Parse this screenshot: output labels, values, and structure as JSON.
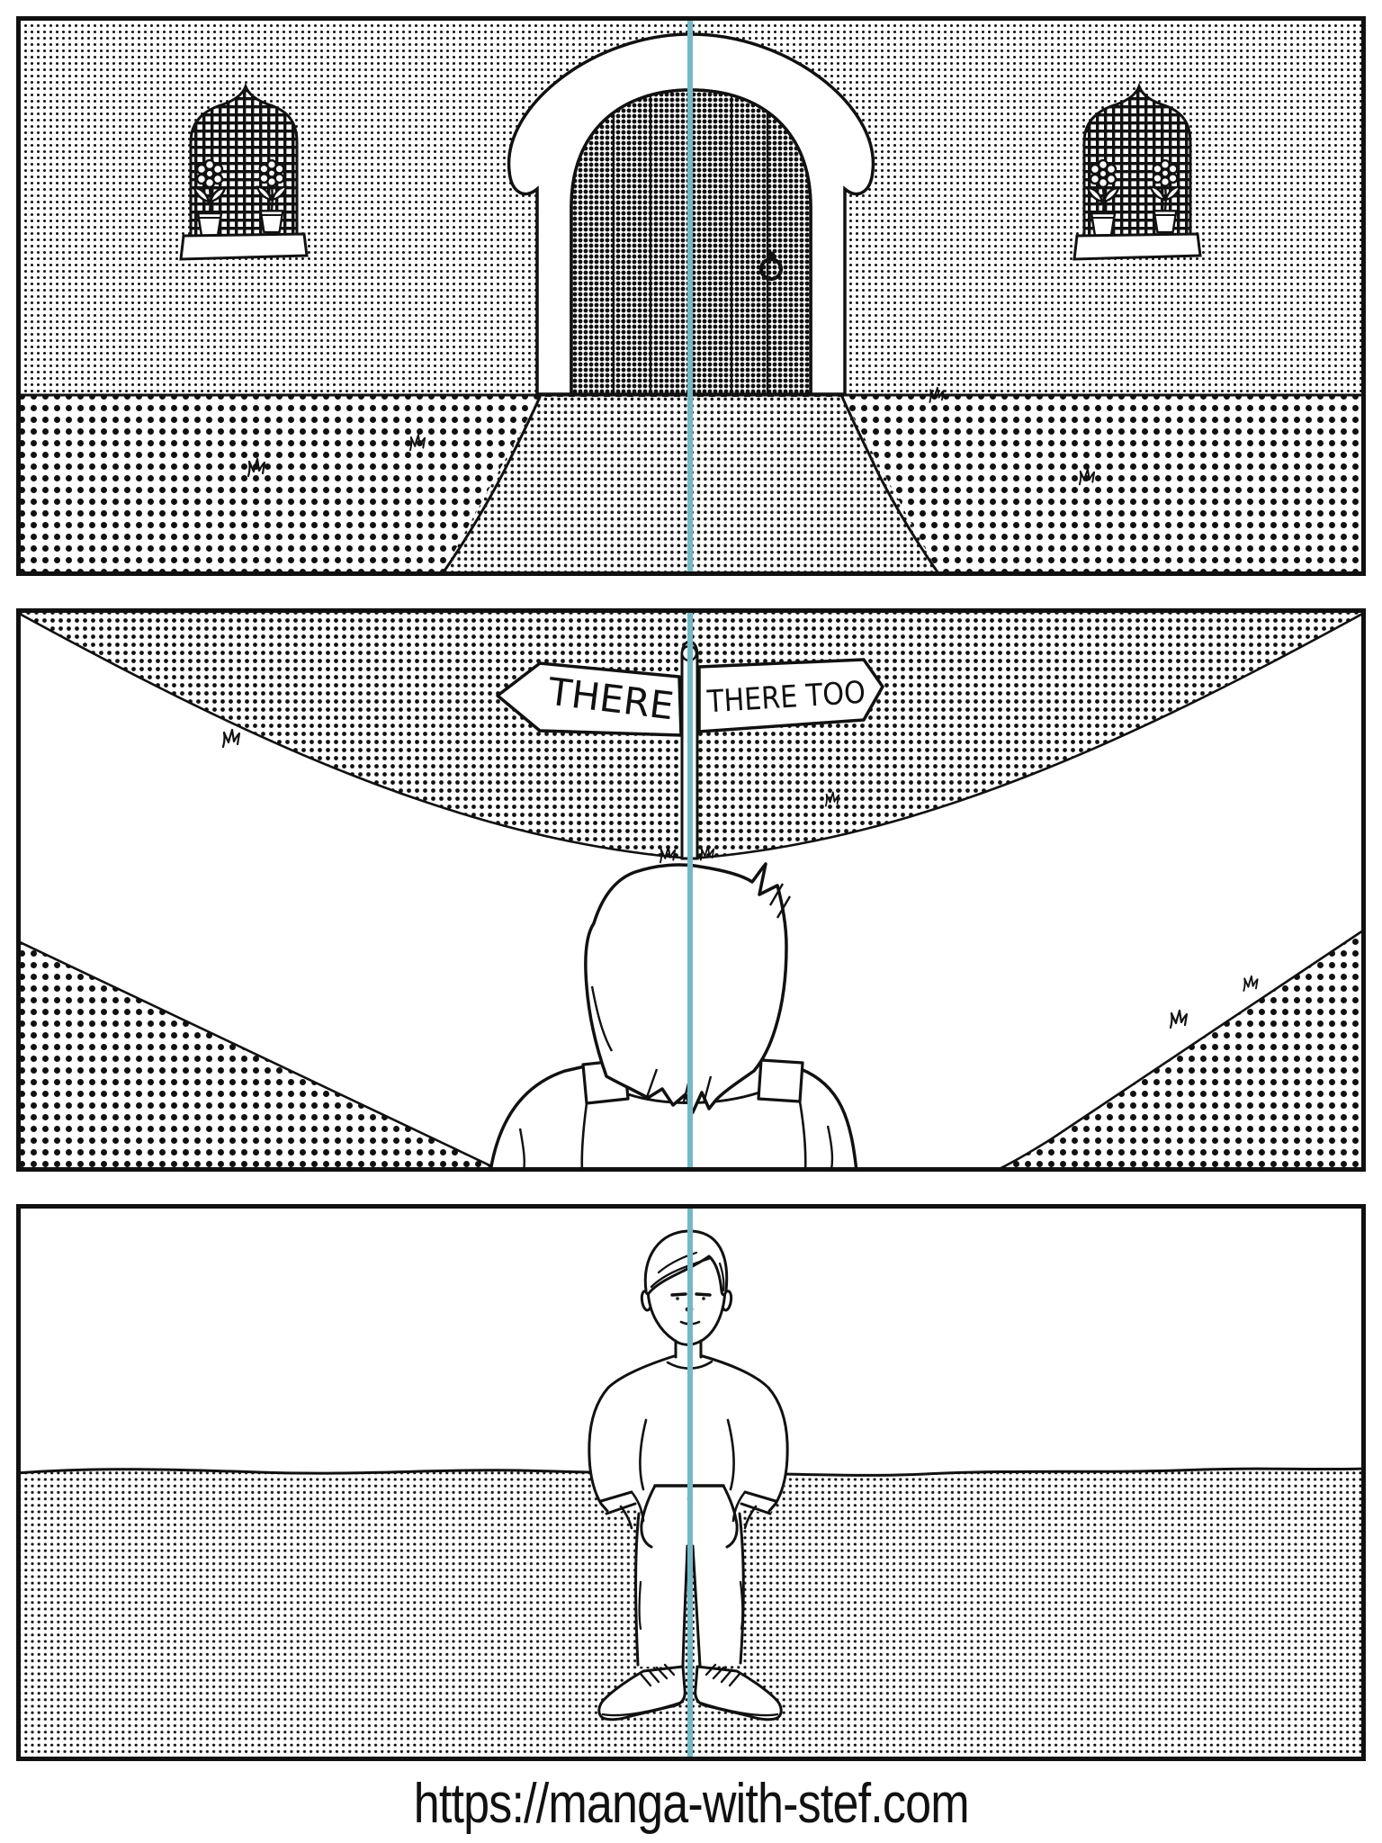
{
  "page": {
    "paper_color": "#ffffff",
    "ink_color": "#111111",
    "guide_line_color": "#74b9c7",
    "panel_count": 3
  },
  "panel1": {
    "scene": "house facade with arched plank door, two lattice windows with potted flowers, and a path"
  },
  "panel2": {
    "scene": "back of a spiky-haired boy looking at a signpost at a fork in the road",
    "signpost": {
      "left_label": "THERE",
      "right_label": "THERE TOO"
    }
  },
  "panel3": {
    "scene": "boy standing front-on with hands in pockets on a dotted field"
  },
  "footer": {
    "url": "https://manga-with-stef.com"
  }
}
